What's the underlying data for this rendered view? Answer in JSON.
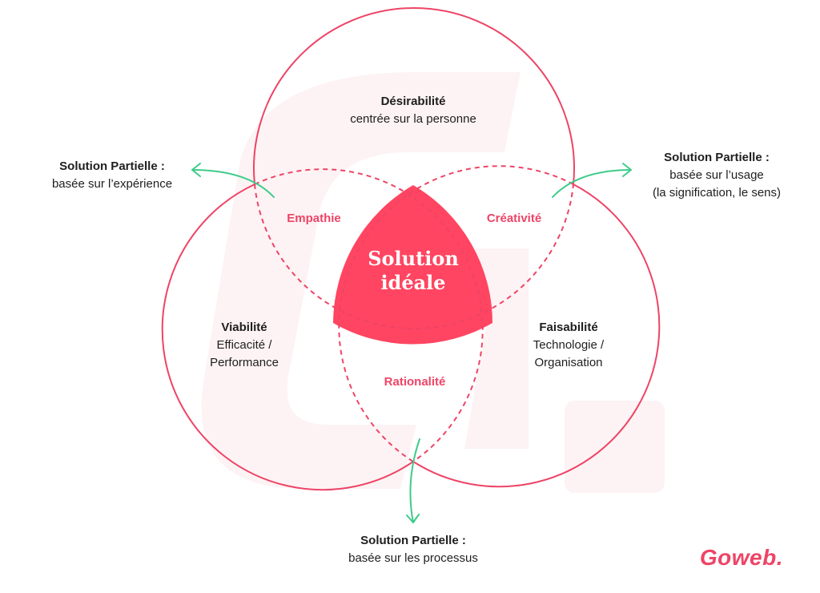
{
  "colors": {
    "circle": "#ee4466",
    "center_fill": "#ff4561",
    "arrow": "#3ecb8a",
    "watermark": "#fdf3f4"
  },
  "top": {
    "title": "Désirabilité",
    "subtitle": "centrée sur la personne"
  },
  "left": {
    "title": "Viabilité",
    "subtitle_1": "Efficacité /",
    "subtitle_2": "Performance"
  },
  "right": {
    "title": "Faisabilité",
    "subtitle_1": "Technologie /",
    "subtitle_2": "Organisation"
  },
  "zones": {
    "top_left": "Empathie",
    "top_right": "Créativité",
    "bottom": "Rationalité"
  },
  "center": {
    "line_1": "Solution",
    "line_2": "idéale"
  },
  "partial_left": {
    "title": "Solution Partielle :",
    "subtitle": "basée sur l’expérience"
  },
  "partial_right": {
    "title": "Solution Partielle :",
    "subtitle_1": "basée sur l’usage",
    "subtitle_2": "(la signification, le sens)"
  },
  "partial_bottom": {
    "title": "Solution Partielle :",
    "subtitle": "basée sur les processus"
  },
  "brand": "Goweb."
}
